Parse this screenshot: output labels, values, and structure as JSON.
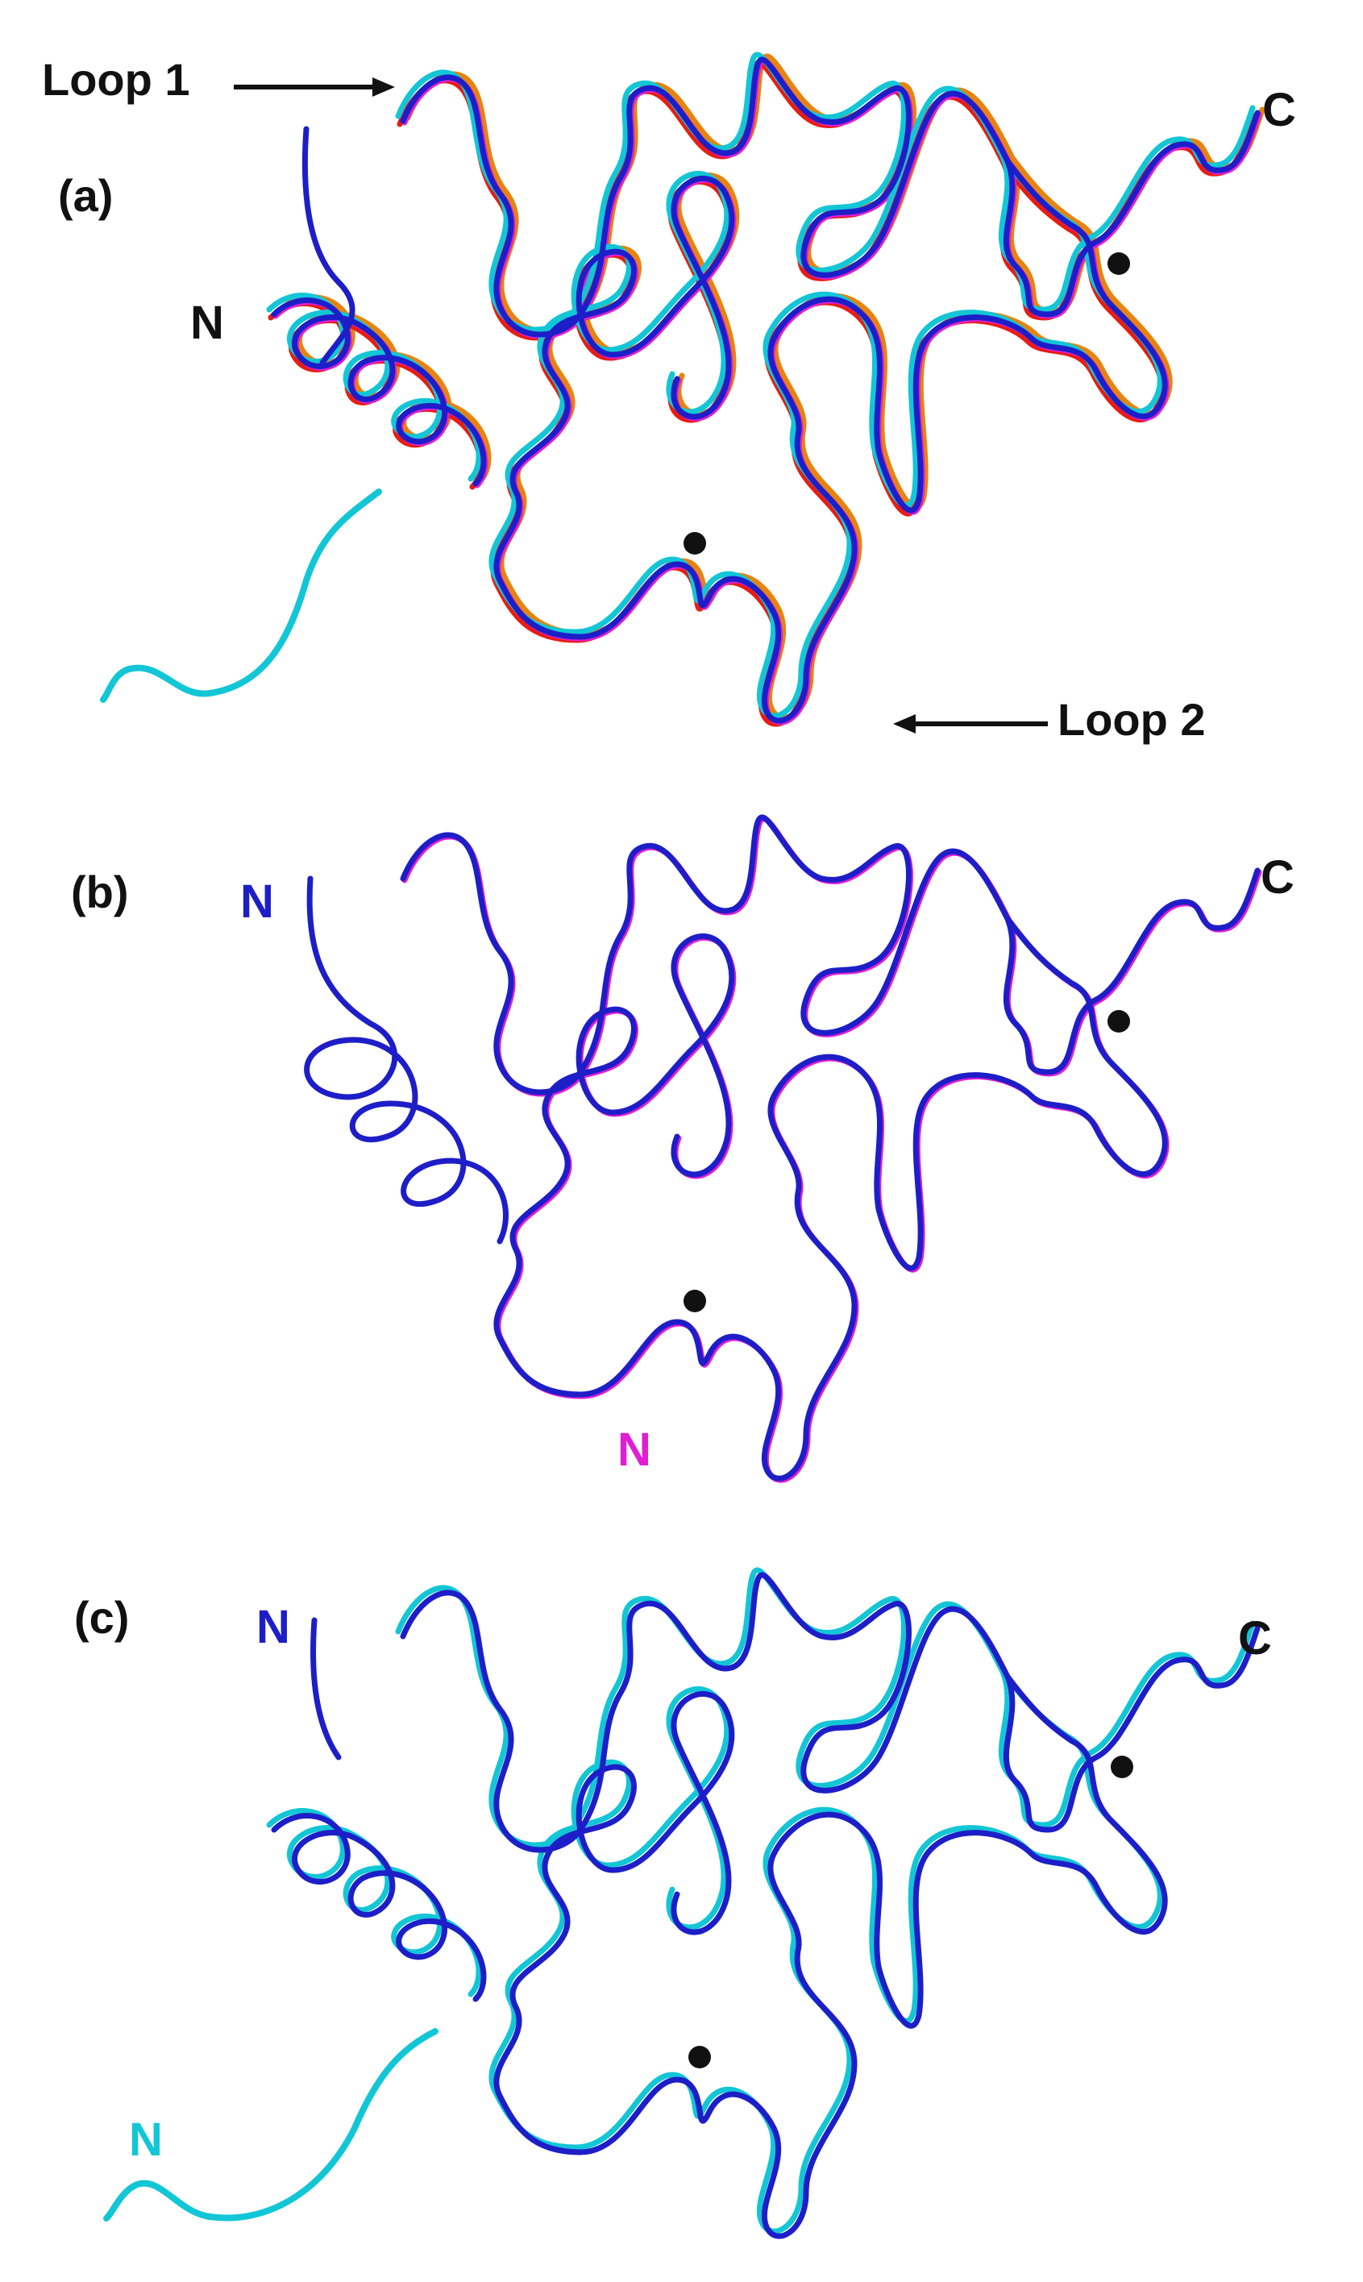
{
  "colors": {
    "blue": "#1e1ec8",
    "magenta": "#e01ed4",
    "cyan": "#12c6d6",
    "orange": "#e8830e",
    "red": "#e81c12",
    "black": "#111111"
  },
  "panels": [
    {
      "id": "a",
      "label": "(a)",
      "n_label": "N",
      "c_label": "C",
      "annotations": {
        "loop1": "Loop 1",
        "loop2": "Loop 2"
      },
      "traces": [
        "orange",
        "red",
        "magenta",
        "cyan",
        "blue"
      ]
    },
    {
      "id": "b",
      "label": "(b)",
      "n_label_blue": "N",
      "n_label_magenta": "N",
      "c_label": "C",
      "traces": [
        "magenta",
        "blue"
      ]
    },
    {
      "id": "c",
      "label": "(c)",
      "n_label_blue": "N",
      "n_label_cyan": "N",
      "c_label": "C",
      "traces": [
        "cyan",
        "blue"
      ]
    }
  ]
}
